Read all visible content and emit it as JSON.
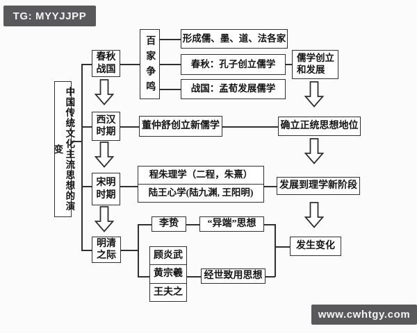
{
  "badges": {
    "top_left": "TG: MYYJJPP",
    "bottom_right": "www.cwhtgy.com"
  },
  "title_box": "中国传统文化主流思想的演变",
  "timeline": {
    "chunqiu_zhanguo": "春秋战国",
    "xihan": "西汉时期",
    "songming": "宋明时期",
    "mingqing": "明清之际"
  },
  "baijia": "百家争鸣",
  "top_branch": {
    "xingcheng": "形成儒、墨、道、法各家",
    "chunqiu": "春秋：孔子创立儒学",
    "zhanguo": "战国：孟荀发展儒学",
    "ruxue_chuangli": "儒学创立和发展"
  },
  "xihan_branch": {
    "dongzhongshu": "董仲舒创立新儒学",
    "zhengtong": "确立正统思想地位"
  },
  "songming_branch": {
    "chengzhu": "程朱理学（二程，朱熹）",
    "luwang": "陆王心学(陆九渊, 王阳明)",
    "lixue_jieduan": "发展到理学新阶段"
  },
  "mingqing_branch": {
    "lizhi": "李贽",
    "yiduan": "“异端”思想",
    "guyanwu": "顾炎武",
    "huangzongxi": "黄宗羲",
    "wangfuzhi": "王夫之",
    "jingshi": "经世致用思想",
    "bianhua": "发生变化"
  },
  "colors": {
    "line": "#2f2f2f",
    "badge_bg": "#59595b",
    "badge_text": "#f5f5f5",
    "box_bg": "#ffffff",
    "canvas_bg": "#fbfbfb"
  }
}
